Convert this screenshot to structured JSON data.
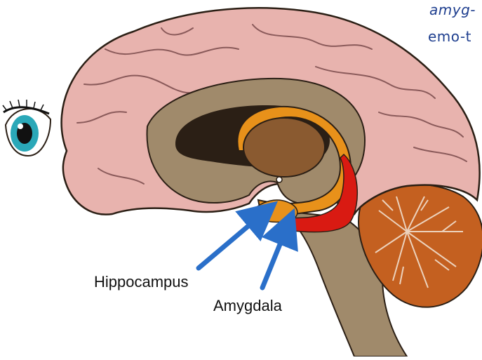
{
  "labels": {
    "hippocampus": "Hippocampus",
    "amygdala": "Amygdala"
  },
  "corner_text": {
    "line1": "amyg-",
    "line2": "emo-t"
  },
  "colors": {
    "cortex": "#e8b3ae",
    "cortex_line": "#8a5a5a",
    "white_matter": "#a08a6b",
    "thalamus": "#8a5a30",
    "ventricle": "#2b1f15",
    "hippocampus": "#e8911a",
    "amygdala": "#d91a12",
    "cerebellum": "#c46020",
    "arrow": "#2a6fc9",
    "text_accent": "#1f3f8f",
    "eye_iris": "#2aa8b8"
  },
  "icons": {
    "eye": "eye-icon"
  }
}
